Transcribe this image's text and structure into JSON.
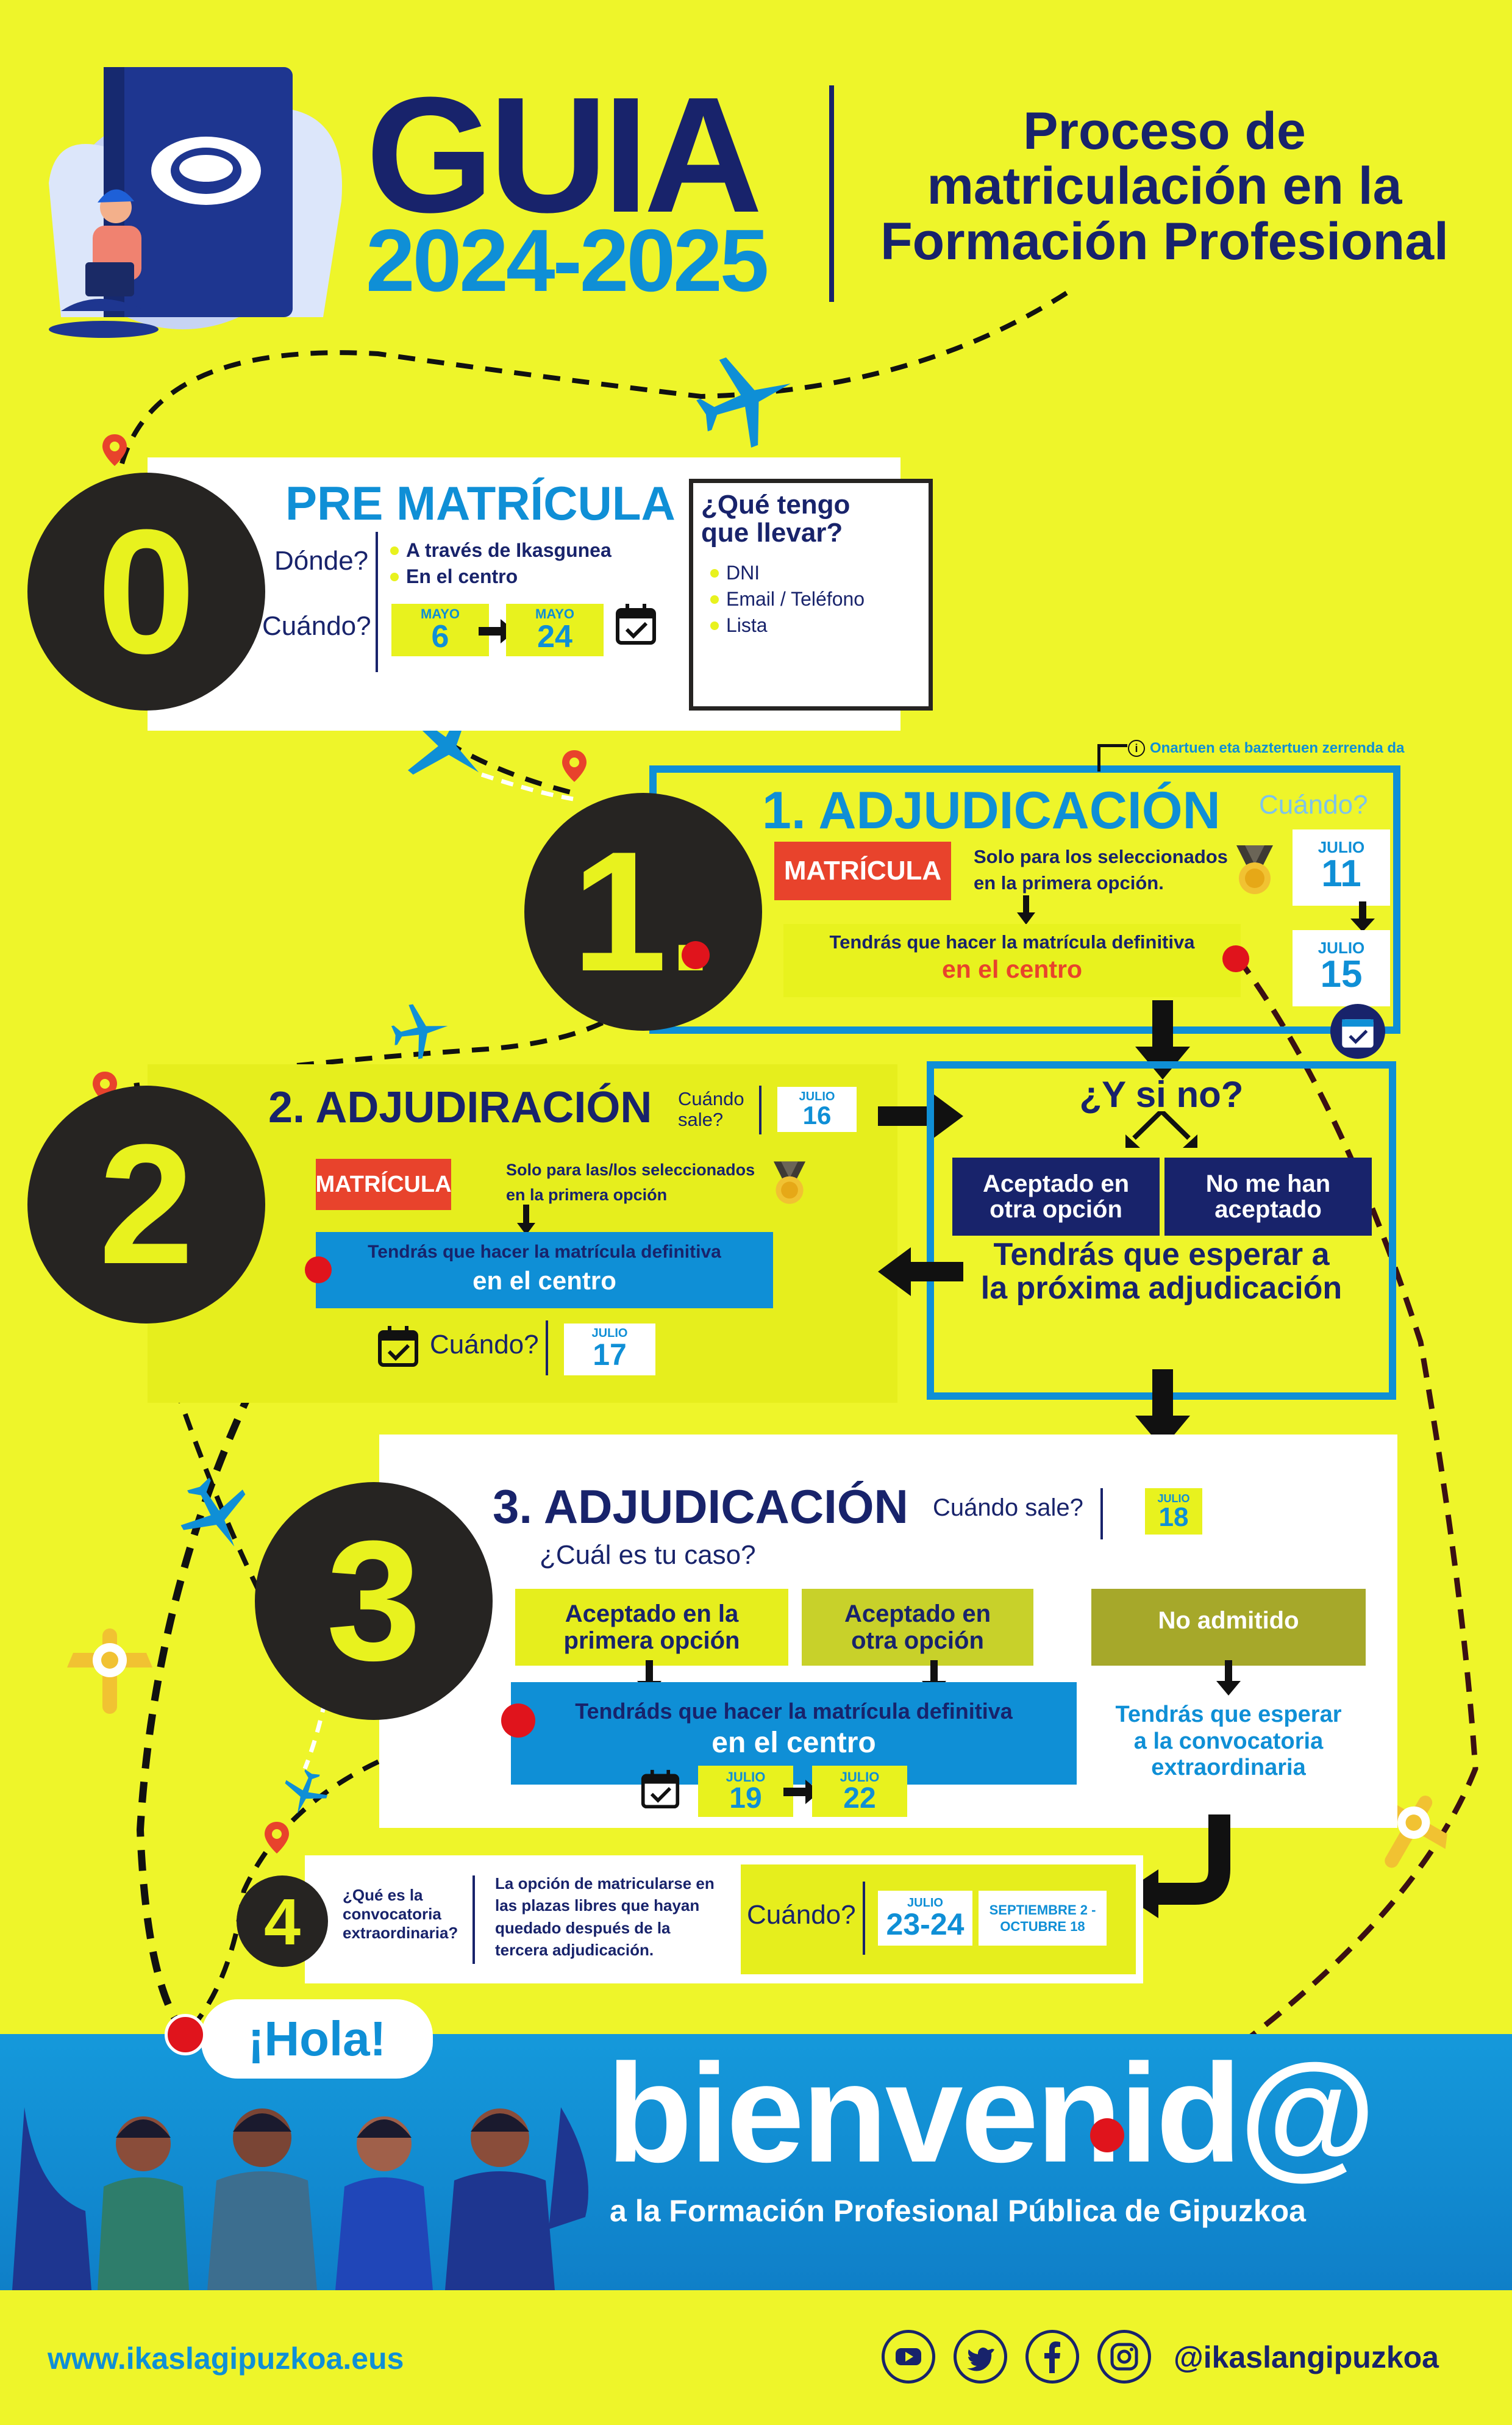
{
  "header": {
    "title": "GUIA",
    "years": "2024-2025",
    "subtitle_lines": [
      "Proceso de",
      "matriculación en la",
      "Formación Profesional"
    ]
  },
  "step0": {
    "number": "0",
    "title": "PRE MATRÍCULA",
    "donde_label": "Dónde?",
    "donde_items": [
      "A través de Ikasgunea",
      "En el centro"
    ],
    "cuando_label": "Cuándo?",
    "date_from": {
      "month": "MAYO",
      "day": "6"
    },
    "date_to": {
      "month": "MAYO",
      "day": "24"
    },
    "llevar_title_lines": [
      "¿Qué tengo",
      "que llevar?"
    ],
    "llevar_items": [
      "DNI",
      "Email / Teléfono",
      "Lista"
    ]
  },
  "step1": {
    "number": "1.",
    "note": "Onartuen eta baztertuen zerrenda da",
    "title": "1. ADJUDICACIÓN",
    "cuando_label": "Cuándo?",
    "matricula_badge": "MATRÍCULA",
    "desc_lines": [
      "Solo para los seleccionados",
      "en la primera opción."
    ],
    "box_line1": "Tendrás que hacer la matrícula definitiva",
    "box_line2": "en el centro",
    "date_a": {
      "month": "JULIO",
      "day": "11"
    },
    "date_b": {
      "month": "JULIO",
      "day": "15"
    }
  },
  "step2": {
    "number": "2",
    "title": "2. ADJUDIRACIÓN",
    "sale_lines": [
      "Cuándo",
      "sale?"
    ],
    "sale_date": {
      "month": "JULIO",
      "day": "16"
    },
    "matricula_badge": "MATRÍCULA",
    "desc_lines": [
      "Solo para las/los seleccionados",
      "en la primera opción"
    ],
    "box_line1": "Tendrás que hacer la matrícula definitiva",
    "box_line2": "en el centro",
    "cuando_label": "Cuándo?",
    "date": {
      "month": "JULIO",
      "day": "17"
    }
  },
  "ysino": {
    "title": "¿Y si no?",
    "opt1_lines": [
      "Aceptado en",
      "otra opción"
    ],
    "opt2_lines": [
      "No me han",
      "aceptado"
    ],
    "wait_lines": [
      "Tendrás que esperar a",
      "la próxima adjudicación"
    ]
  },
  "step3": {
    "number": "3",
    "title": "3. ADJUDICACIÓN",
    "sale_label": "Cuándo sale?",
    "sale_date": {
      "month": "JULIO",
      "day": "18"
    },
    "question": "¿Cuál es tu caso?",
    "case1_lines": [
      "Aceptado en la",
      "primera opción"
    ],
    "case2_lines": [
      "Aceptado en",
      "otra opción"
    ],
    "case3": "No admitido",
    "box_line1": "Tendráds que hacer la matrícula definitiva",
    "box_line2": "en el centro",
    "date_from": {
      "month": "JULIO",
      "day": "19"
    },
    "date_to": {
      "month": "JULIO",
      "day": "22"
    },
    "wait_lines": [
      "Tendrás que esperar",
      "a la convocatoria",
      "extraordinaria"
    ]
  },
  "step4": {
    "number": "4",
    "question_lines": [
      "¿Qué es la",
      "convocatoria",
      "extraordinaria?"
    ],
    "answer_lines": [
      "La opción de matricularse en",
      "las plazas libres que hayan",
      "quedado después de la",
      "tercera adjudicación."
    ],
    "cuando_label": "Cuándo?",
    "date1": {
      "month": "JULIO",
      "day": "23-24"
    },
    "date2_lines": [
      "SEPTIEMBRE 2 -",
      "OCTUBRE 18"
    ]
  },
  "footer": {
    "hola": "¡Hola!",
    "bienvenida": "bienvenid@",
    "tagline": "a la Formación Profesional Pública de Gipuzkoa",
    "website": "www.ikaslagipuzkoa.eus",
    "handle": "@ikaslangipuzkoa",
    "social_icons": [
      "youtube-icon",
      "twitter-icon",
      "facebook-icon",
      "instagram-icon"
    ]
  },
  "colors": {
    "background": "#EEF52A",
    "navy": "#18236B",
    "blue": "#0F8FD6",
    "dark": "#262422",
    "red": "#E8432C",
    "olive": "#A6A82A"
  }
}
